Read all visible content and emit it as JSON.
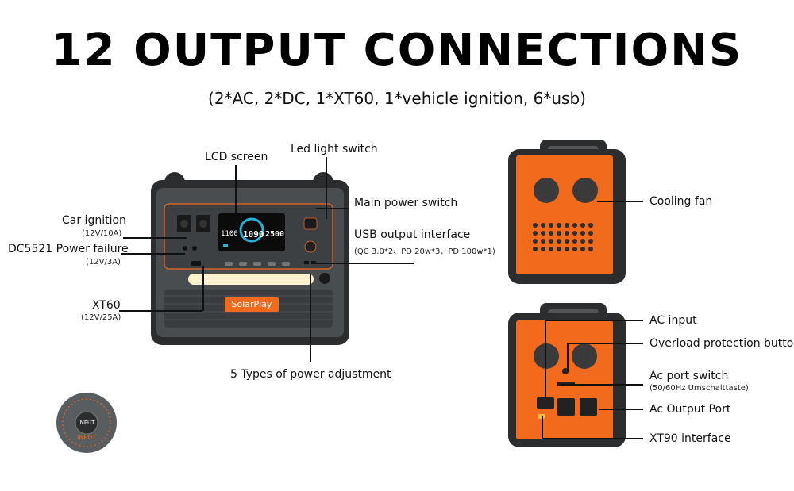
{
  "header": {
    "title": "12 OUTPUT CONNECTIONS",
    "subtitle": "(2*AC, 2*DC, 1*XT60, 1*vehicle ignition, 6*usb)"
  },
  "front_callouts": {
    "lcd_screen": "LCD screen",
    "led_light_switch": "Led light switch",
    "main_power_switch": "Main power switch",
    "usb_output_interface": "USB output interface",
    "usb_output_detail": "(QC 3.0*2、PD 20w*3、PD 100w*1)",
    "car_ignition": "Car ignition",
    "car_ignition_spec": "(12V/10A)",
    "dc5521": "DC5521 Power failure",
    "dc5521_spec": "(12V/3A)",
    "xt60": "XT60",
    "xt60_spec": "(12V/25A)",
    "power_adjustment": "5 Types of power adjustment"
  },
  "device": {
    "brand": "SolarPlay",
    "lcd_left": "1100",
    "lcd_center": "1090",
    "lcd_right": "2500"
  },
  "dial": {
    "center": "INPUT",
    "ring": "INPUT"
  },
  "side_callouts": {
    "cooling_fan": "Cooling fan",
    "ac_input": "AC input",
    "overload_protection": "Overload protection button",
    "ac_port_switch": "Ac port switch",
    "ac_port_switch_detail": "(50/60Hz Umschalttaste)",
    "ac_output_port": "Ac Output Port",
    "xt90_interface": "XT90 interface"
  },
  "colors": {
    "orange": "#f26a1b",
    "body_dark": "#3a3d40",
    "frame": "#2b2d2f"
  }
}
